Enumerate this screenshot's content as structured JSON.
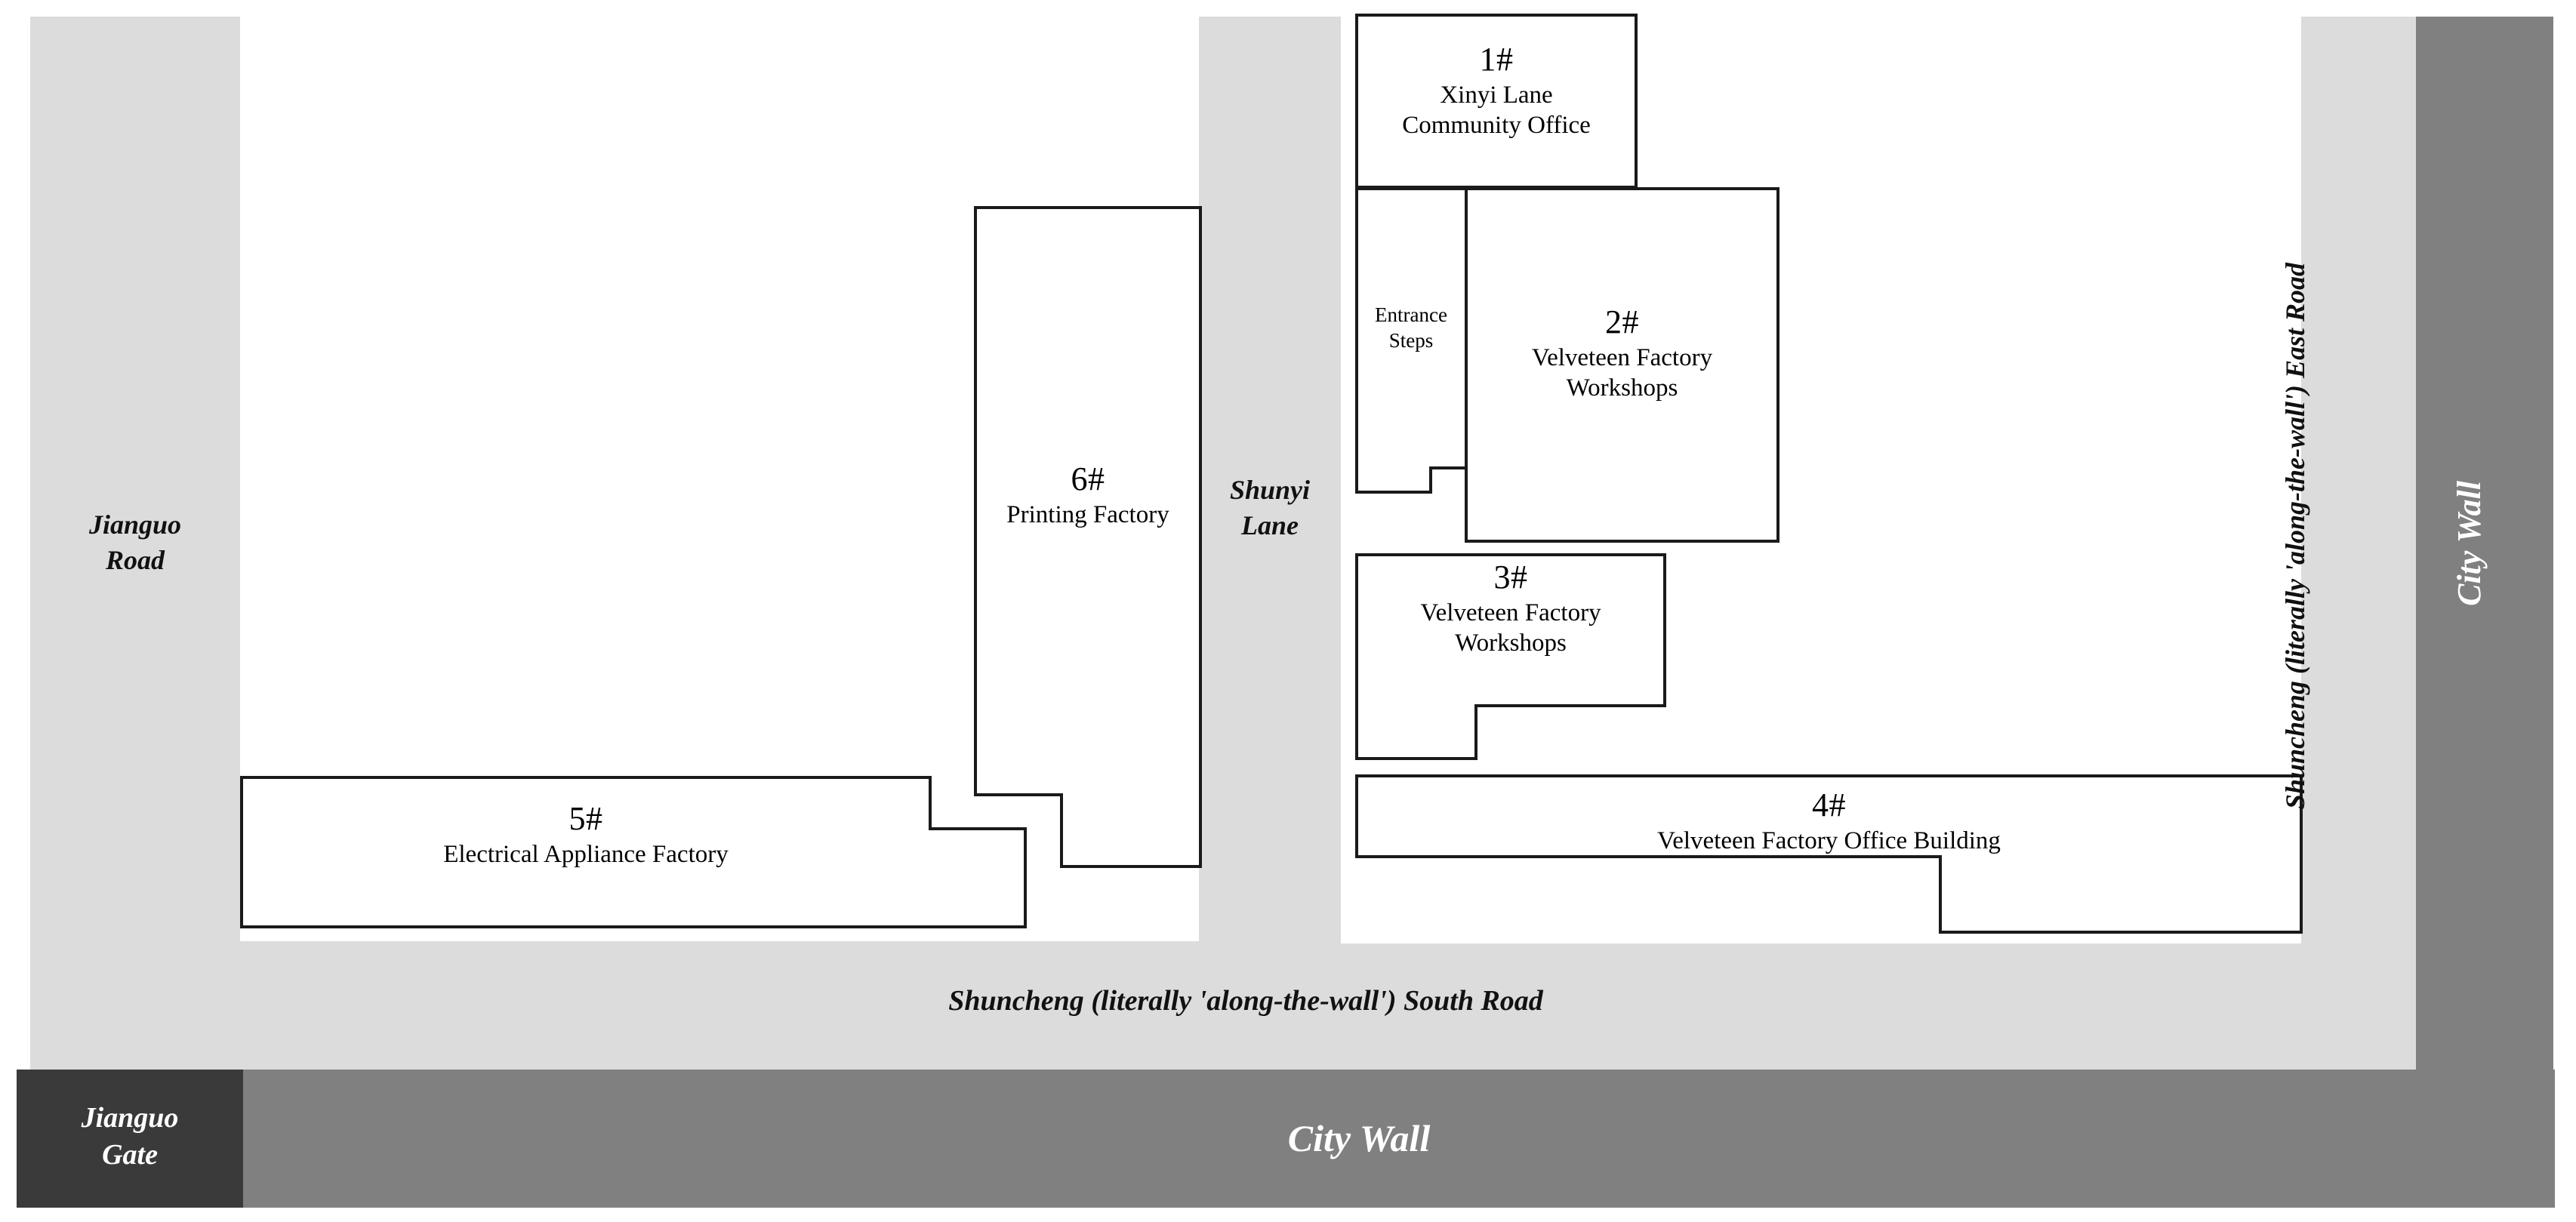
{
  "map": {
    "title": "Site plan of factory compound near Jianguo Gate",
    "colors": {
      "road": "#dcdcdc",
      "city_wall": "#808080",
      "gate": "#3a3a3a",
      "building_outline": "#1a1a1a",
      "building_fill": "#ffffff",
      "page_background": "#ffffff"
    }
  },
  "roads": {
    "west": {
      "name_line1": "Jianguo",
      "name_line2": "Road"
    },
    "lane": {
      "name_line1": "Shunyi",
      "name_line2": "Lane"
    },
    "south": {
      "name": "Shuncheng (literally 'along-the-wall') South Road"
    },
    "east": {
      "name": "Shuncheng (literally 'along-the-wall') East Road"
    }
  },
  "city_wall": {
    "south_label": "City Wall",
    "east_label": "City Wall",
    "gate_label_line1": "Jianguo",
    "gate_label_line2": "Gate"
  },
  "buildings": [
    {
      "id": "b1",
      "number": "1#",
      "name_line1": "Xinyi Lane",
      "name_line2": "Community Office"
    },
    {
      "id": "b2",
      "number": "2#",
      "name_line1": "Velveteen Factory",
      "name_line2": "Workshops"
    },
    {
      "id": "b3",
      "number": "3#",
      "name_line1": "Velveteen Factory",
      "name_line2": "Workshops"
    },
    {
      "id": "b4",
      "number": "4#",
      "name_line1": "Velveteen Factory Office Building",
      "name_line2": ""
    },
    {
      "id": "b5",
      "number": "5#",
      "name_line1": "Electrical Appliance Factory",
      "name_line2": ""
    },
    {
      "id": "b6",
      "number": "6#",
      "name_line1": "Printing Factory",
      "name_line2": ""
    }
  ],
  "annexes": [
    {
      "id": "entrance",
      "name_line1": "Entrance",
      "name_line2": "Steps"
    }
  ]
}
